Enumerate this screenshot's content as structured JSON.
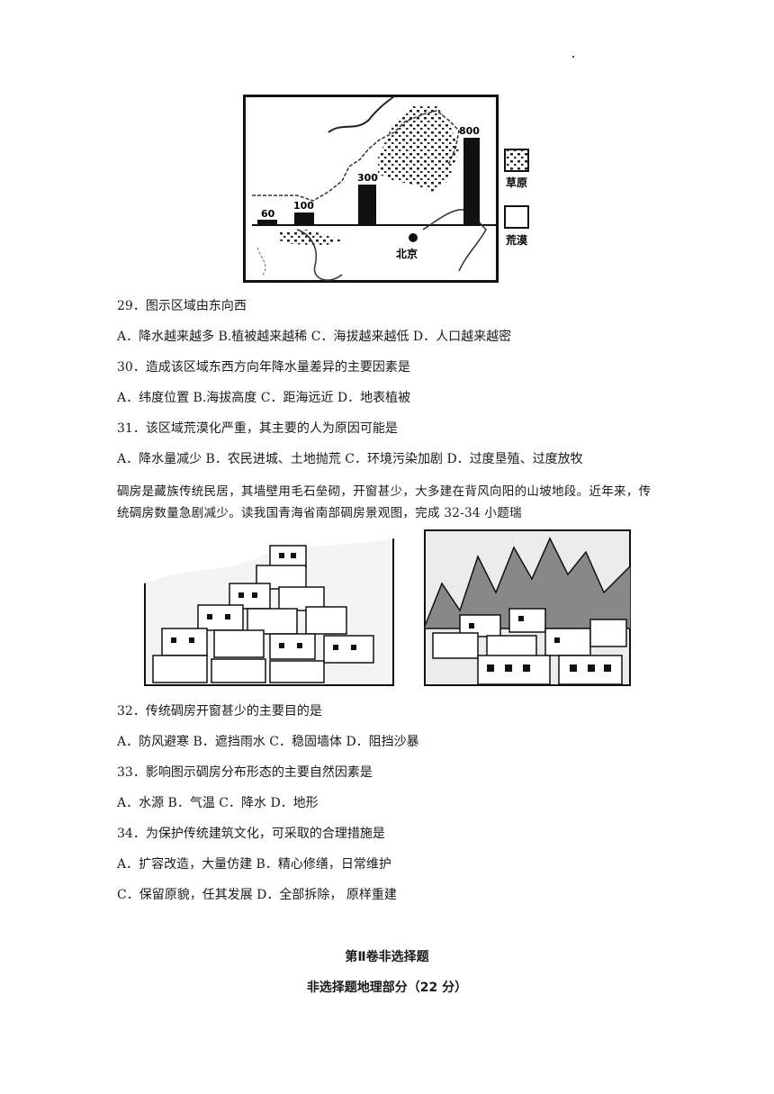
{
  "map": {
    "values": [
      "60",
      "100",
      "300",
      "800"
    ],
    "city": "北京",
    "legend": [
      {
        "label": "草原",
        "symbol": "grassland-pattern"
      },
      {
        "label": "荒漠",
        "symbol": "desert-empty-box"
      }
    ]
  },
  "questions_a": [
    {
      "q": "29．图示区域由东向西",
      "opts": "A．降水越来越多 B.植被越来越稀 C．海拔越来越低 D．人口越来越密"
    },
    {
      "q": "30．造成该区域东西方向年降水量差异的主要因素是",
      "opts": "A．纬度位置 B.海拔高度 C．距海远近 D．地表植被"
    },
    {
      "q": "31．该区域荒漠化严重，其主要的人为原因可能是",
      "opts": "A．降水量减少 B．农民进城、土地抛荒 C．环境污染加剧 D．过度垦殖、过度放牧"
    }
  ],
  "intro": "碉房是藏族传统民居，其墙壁用毛石垒砌，开窗甚少，大多建在背风向阳的山坡地段。近年来，传统碉房数量急剧减少。读我国青海省南部碉房景观图，完成 32-34 小题瑞",
  "photos": [
    "碉房景观图1",
    "碉房景观图2"
  ],
  "questions_b": [
    {
      "q": "32．传统碉房开窗甚少的主要目的是",
      "opts": [
        "A．防风避寒 B．遮挡雨水 C．稳固墙体 D．阻挡沙暴"
      ]
    },
    {
      "q": "33．影响图示碉房分布形态的主要自然因素是",
      "opts": [
        " A．水源 B．气温 C．降水 D．地形"
      ]
    },
    {
      "q": "34．为保护传统建筑文化，可采取的合理措施是",
      "opts": [
        " A．扩容改造，大量仿建 B．精心修缮，日常维护",
        "C．保留原貌，任其发展 D．全部拆除， 原样重建"
      ]
    }
  ],
  "section": {
    "title": "第Ⅱ卷非选择题",
    "subtitle": "非选择题地理部分（22 分）"
  }
}
